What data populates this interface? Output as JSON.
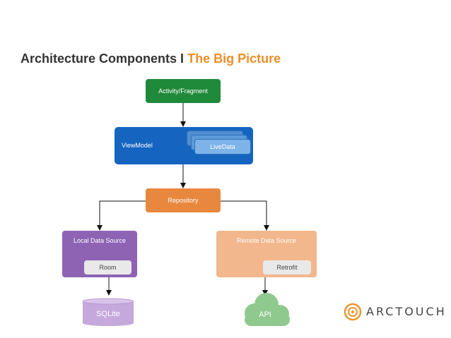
{
  "title": {
    "main": "Architecture Components",
    "separator": "I",
    "accent": "The Big Picture"
  },
  "nodes": {
    "activity": "Activity/Fragment",
    "viewmodel": "ViewModel",
    "livedata": "LiveData",
    "repository": "Repository",
    "local_source": "Local Data Source",
    "room": "Room",
    "remote_source": "Remote Data Source",
    "retrofit": "Retrofit",
    "sqlite": "SQLite",
    "api": "API"
  },
  "logo": {
    "text": "ARCTOUCH"
  },
  "colors": {
    "activity": "#1f8a3a",
    "viewmodel": "#1565c0",
    "livedata": "#7db3e8",
    "repository": "#e8883f",
    "local_source": "#8e63b4",
    "remote_source": "#f2b78d",
    "sqlite": "#c5a8dc",
    "api": "#8fc98e",
    "title_accent": "#ee8d25"
  }
}
